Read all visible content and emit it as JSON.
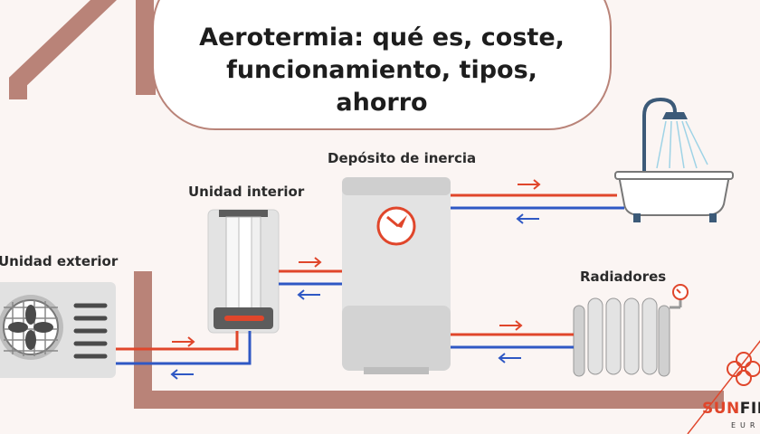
{
  "title": {
    "line1": "Aerotermia: qué es, coste,",
    "line2": "funcionamiento, tipos,",
    "line3": "ahorro"
  },
  "labels": {
    "outdoor_unit": "Unidad exterior",
    "indoor_unit": "Unidad interior",
    "buffer_tank": "Depósito de inercia",
    "radiators": "Radiadores"
  },
  "brand": {
    "name_part1": "SUN",
    "name_part2": "FIE",
    "sub": "EURO"
  },
  "colors": {
    "house_outline": "#b98378",
    "hot_pipe": "#e0462b",
    "cold_pipe": "#2f58c4",
    "unit_grey": "#d9d9d9",
    "dark_grey": "#5c5c5c",
    "fixture_blue": "#3c5a78"
  }
}
